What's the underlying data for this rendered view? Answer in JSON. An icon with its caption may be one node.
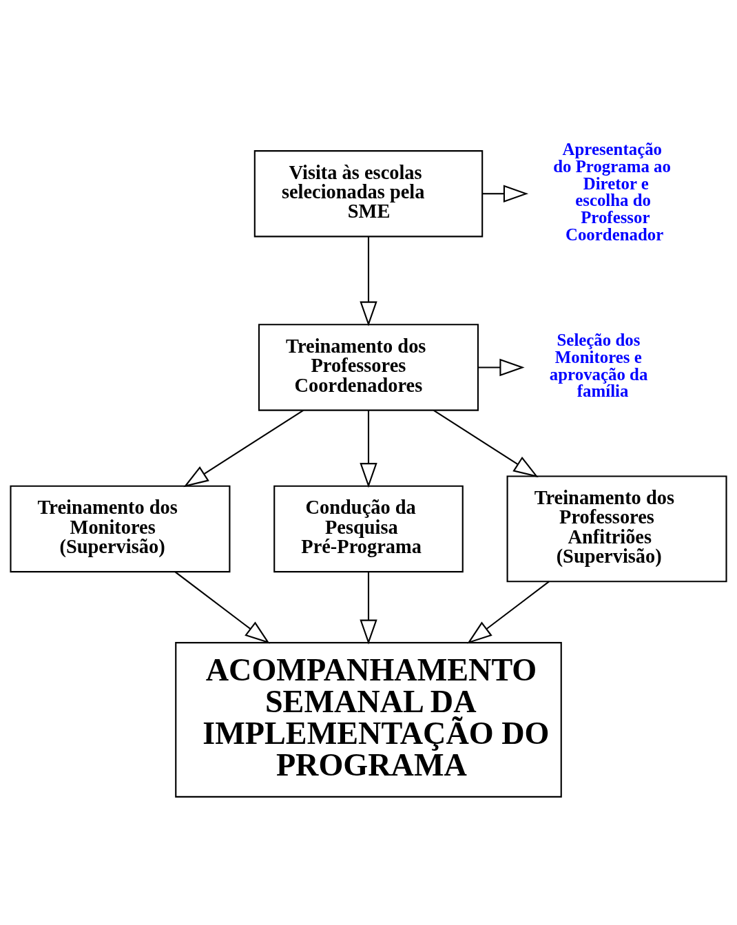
{
  "diagram": {
    "nodes": [
      {
        "text": [
          "Visita às escolas selecionadas pela SME"
        ]
      },
      {
        "text": [
          "Apresentação do Programa ao Diretor e escolha do Professor Coordenador"
        ]
      },
      {
        "text": [
          "Treinamento dos Professores Coordenadores"
        ]
      },
      {
        "text": [
          "Seleção dos Monitores e aprovação da família"
        ]
      },
      {
        "text": [
          "Treinamento dos Monitores (Supervisão)"
        ]
      },
      {
        "text": [
          "Condução da Pesquisa Pré-Programa"
        ]
      },
      {
        "text": [
          "Treinamento dos Professores Anfitriões (Supervisão)"
        ]
      },
      {
        "text": [
          "ACOMPANHAMENTO SEMANAL DA IMPLEMENTAÇÃO DO PROGRAMA"
        ]
      }
    ],
    "edges": [
      {
        "from": 0,
        "to": 1,
        "arrow": "to"
      },
      {
        "from": 0,
        "to": 2,
        "arrow": "to"
      },
      {
        "from": 2,
        "to": 3,
        "arrow": "to"
      },
      {
        "from": 2,
        "to": 4,
        "arrow": "to"
      },
      {
        "from": 2,
        "to": 5,
        "arrow": "to"
      },
      {
        "from": 2,
        "to": 6,
        "arrow": "to"
      },
      {
        "from": 4,
        "to": 7,
        "arrow": "to"
      },
      {
        "from": 5,
        "to": 7,
        "arrow": "to"
      },
      {
        "from": 6,
        "to": 7,
        "arrow": "to"
      }
    ]
  }
}
